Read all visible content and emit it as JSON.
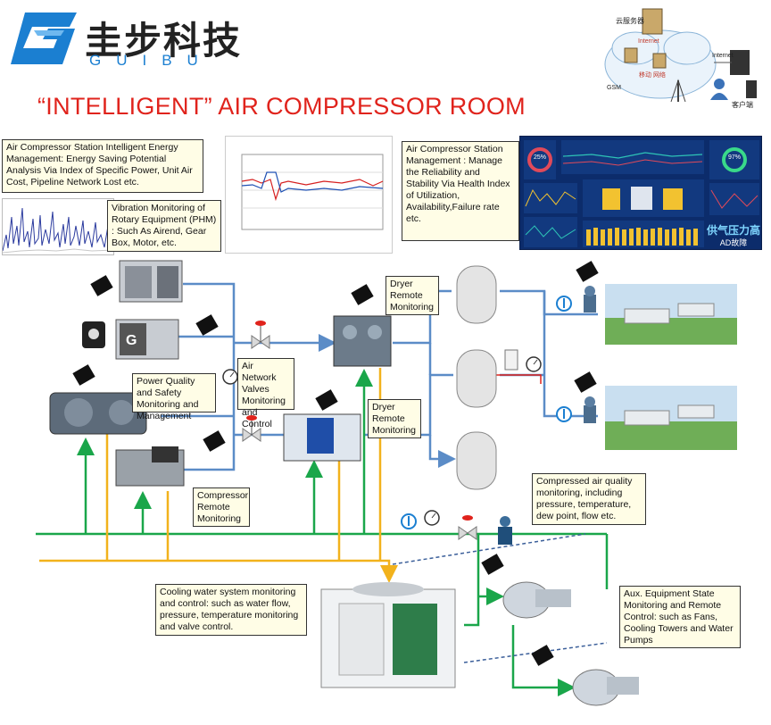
{
  "logo": {
    "chinese_name": "圭步科技",
    "english_name": "GUIBU"
  },
  "title": "“INTELLIGENT” AIR  COMPRESSOR ROOM",
  "network_diagram": {
    "labels": {
      "cloud_server": "云服务器",
      "internet_center": "Internet",
      "internet_right": "Internet",
      "mobile_network": "移动\n网络",
      "gsm": "GSM",
      "client": "客户端"
    }
  },
  "callouts": {
    "energy": "Air Compressor Station Intelligent Energy Management:  Energy Saving Potential Analysis Via Index of Specific Power, Unit Air Cost, Pipeline Network Lost etc.",
    "vibration": "Vibration Monitoring of Rotary Equipment (PHM) : Such As  Airend, Gear Box, Motor, etc.",
    "station_management": "Air Compressor Station Management : Manage the Reliability and Stability Via Health Index of Utilization, Availability,Failure rate etc.",
    "dryer_remote_1": "Dryer Remote Monitoring",
    "power_quality": "Power Quality and Safety Monitoring and Management",
    "air_network_valves": "Air  Network Valves Monitoring and Control",
    "dryer_remote_2": "Dryer Remote Monitoring",
    "compressor_remote": "Compressor Remote Monitoring",
    "air_quality": "Compressed air quality monitoring, including pressure, temperature, dew point, flow etc.",
    "cooling_water": "Cooling water system monitoring and control: such as water flow, pressure, temperature monitoring and valve control.",
    "aux_equipment": "Aux. Equipment State Monitoring and Remote Control:  such as Fans, Cooling Towers and Water Pumps"
  },
  "dashboard": {
    "big_text": "供气压力高",
    "sub_text": "AD故障",
    "gauge_1": "25%",
    "gauge_2": "97%"
  },
  "colors": {
    "title_red": "#e0231c",
    "air_pipe_blue": "#5b8cc7",
    "water_green": "#1aa64a",
    "return_yellow": "#f2b21c",
    "logo_blue": "#1b7fd1"
  }
}
